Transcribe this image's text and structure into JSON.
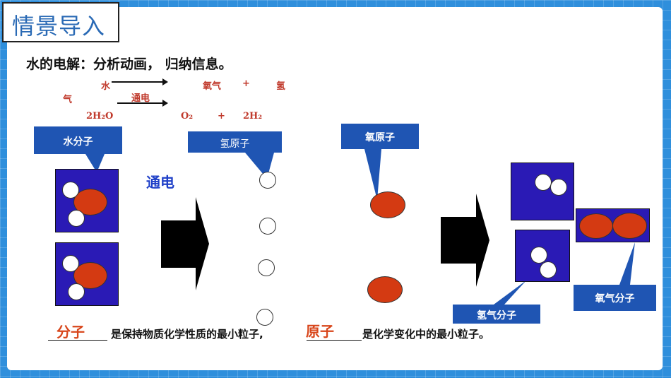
{
  "title": "情景导入",
  "heading": "水的电解：分析动画， 归纳信息。",
  "word_equation": {
    "water": "水",
    "condition": "通电",
    "oxygen": "氧气",
    "plus": "+",
    "hydrogen_part1": "氢",
    "hydrogen_part2": "气"
  },
  "formula_equation": {
    "water": "2H₂O",
    "oxygen": "O₂",
    "plus": "+",
    "hydrogen": "2H₂"
  },
  "labels": {
    "water_molecule": "水分子",
    "hydrogen_atom": "氢原子",
    "oxygen_atom": "氧原子",
    "electrify": "通电",
    "hydrogen_molecule": "氢气分子",
    "oxygen_molecule": "氧气分子"
  },
  "conclusion": {
    "answer1": "分子",
    "text1": "是保持物质化学性质的最小粒子,",
    "answer2": "原子",
    "text2": "是化学变化中的最小粒子。"
  },
  "colors": {
    "background": "#2f8fdc",
    "callout_blue": "#1f55b3",
    "molecule_box": "#2a1ab5",
    "oxygen_atom": "#d43a12",
    "answer_red": "#d8461b",
    "title_text": "#2a6ab5"
  }
}
